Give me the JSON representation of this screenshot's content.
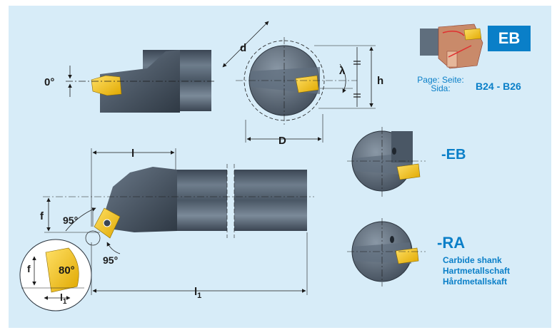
{
  "badge": {
    "label": "EB"
  },
  "page_ref": {
    "line1": "Page: Seite:",
    "line2": "Sida:",
    "range": "B24 - B26"
  },
  "variants": {
    "eb": "-EB",
    "ra": "-RA"
  },
  "ra_description": [
    "Carbide shank",
    "Hartmetallschaft",
    "Hårdmetallskaft"
  ],
  "dimensions": {
    "angle_zero": "0°",
    "d": "d",
    "D": "D",
    "h": "h",
    "lambda": "λ",
    "l": "l",
    "l1": "l",
    "l1_sub": "1",
    "f": "f",
    "angle_95_upper": "95°",
    "angle_95_lower": "95°",
    "insert_angle": "80°",
    "detail_f": "f",
    "detail_l": "l",
    "detail_l_sub": "1"
  },
  "colors": {
    "accent": "#0a7fc8",
    "panel": "#d7ecf8",
    "steel": "#4d5b6a",
    "insert": "#f5c000"
  }
}
